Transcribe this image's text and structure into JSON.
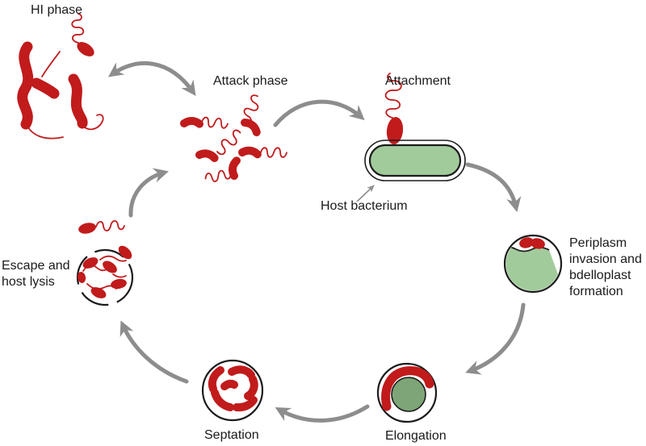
{
  "labels": {
    "hi_phase": "HI phase",
    "attack_phase": "Attack phase",
    "attachment": "Attachment",
    "host_bacterium": "Host bacterium",
    "periplasm_invasion": "Periplasm\ninvasion and\nbdelloplast\nformation",
    "escape_host_lysis": "Escape and\nhost lysis",
    "septation": "Septation",
    "elongation": "Elongation"
  },
  "colors": {
    "bacteria_red": "#c11b1c",
    "arrow_gray": "#8d8d8d",
    "host_green": "#a2cb9c",
    "inner_green": "#7da577",
    "outline_black": "#1b1b1b",
    "text": "#1a1a1a",
    "background": "#ffffff"
  }
}
